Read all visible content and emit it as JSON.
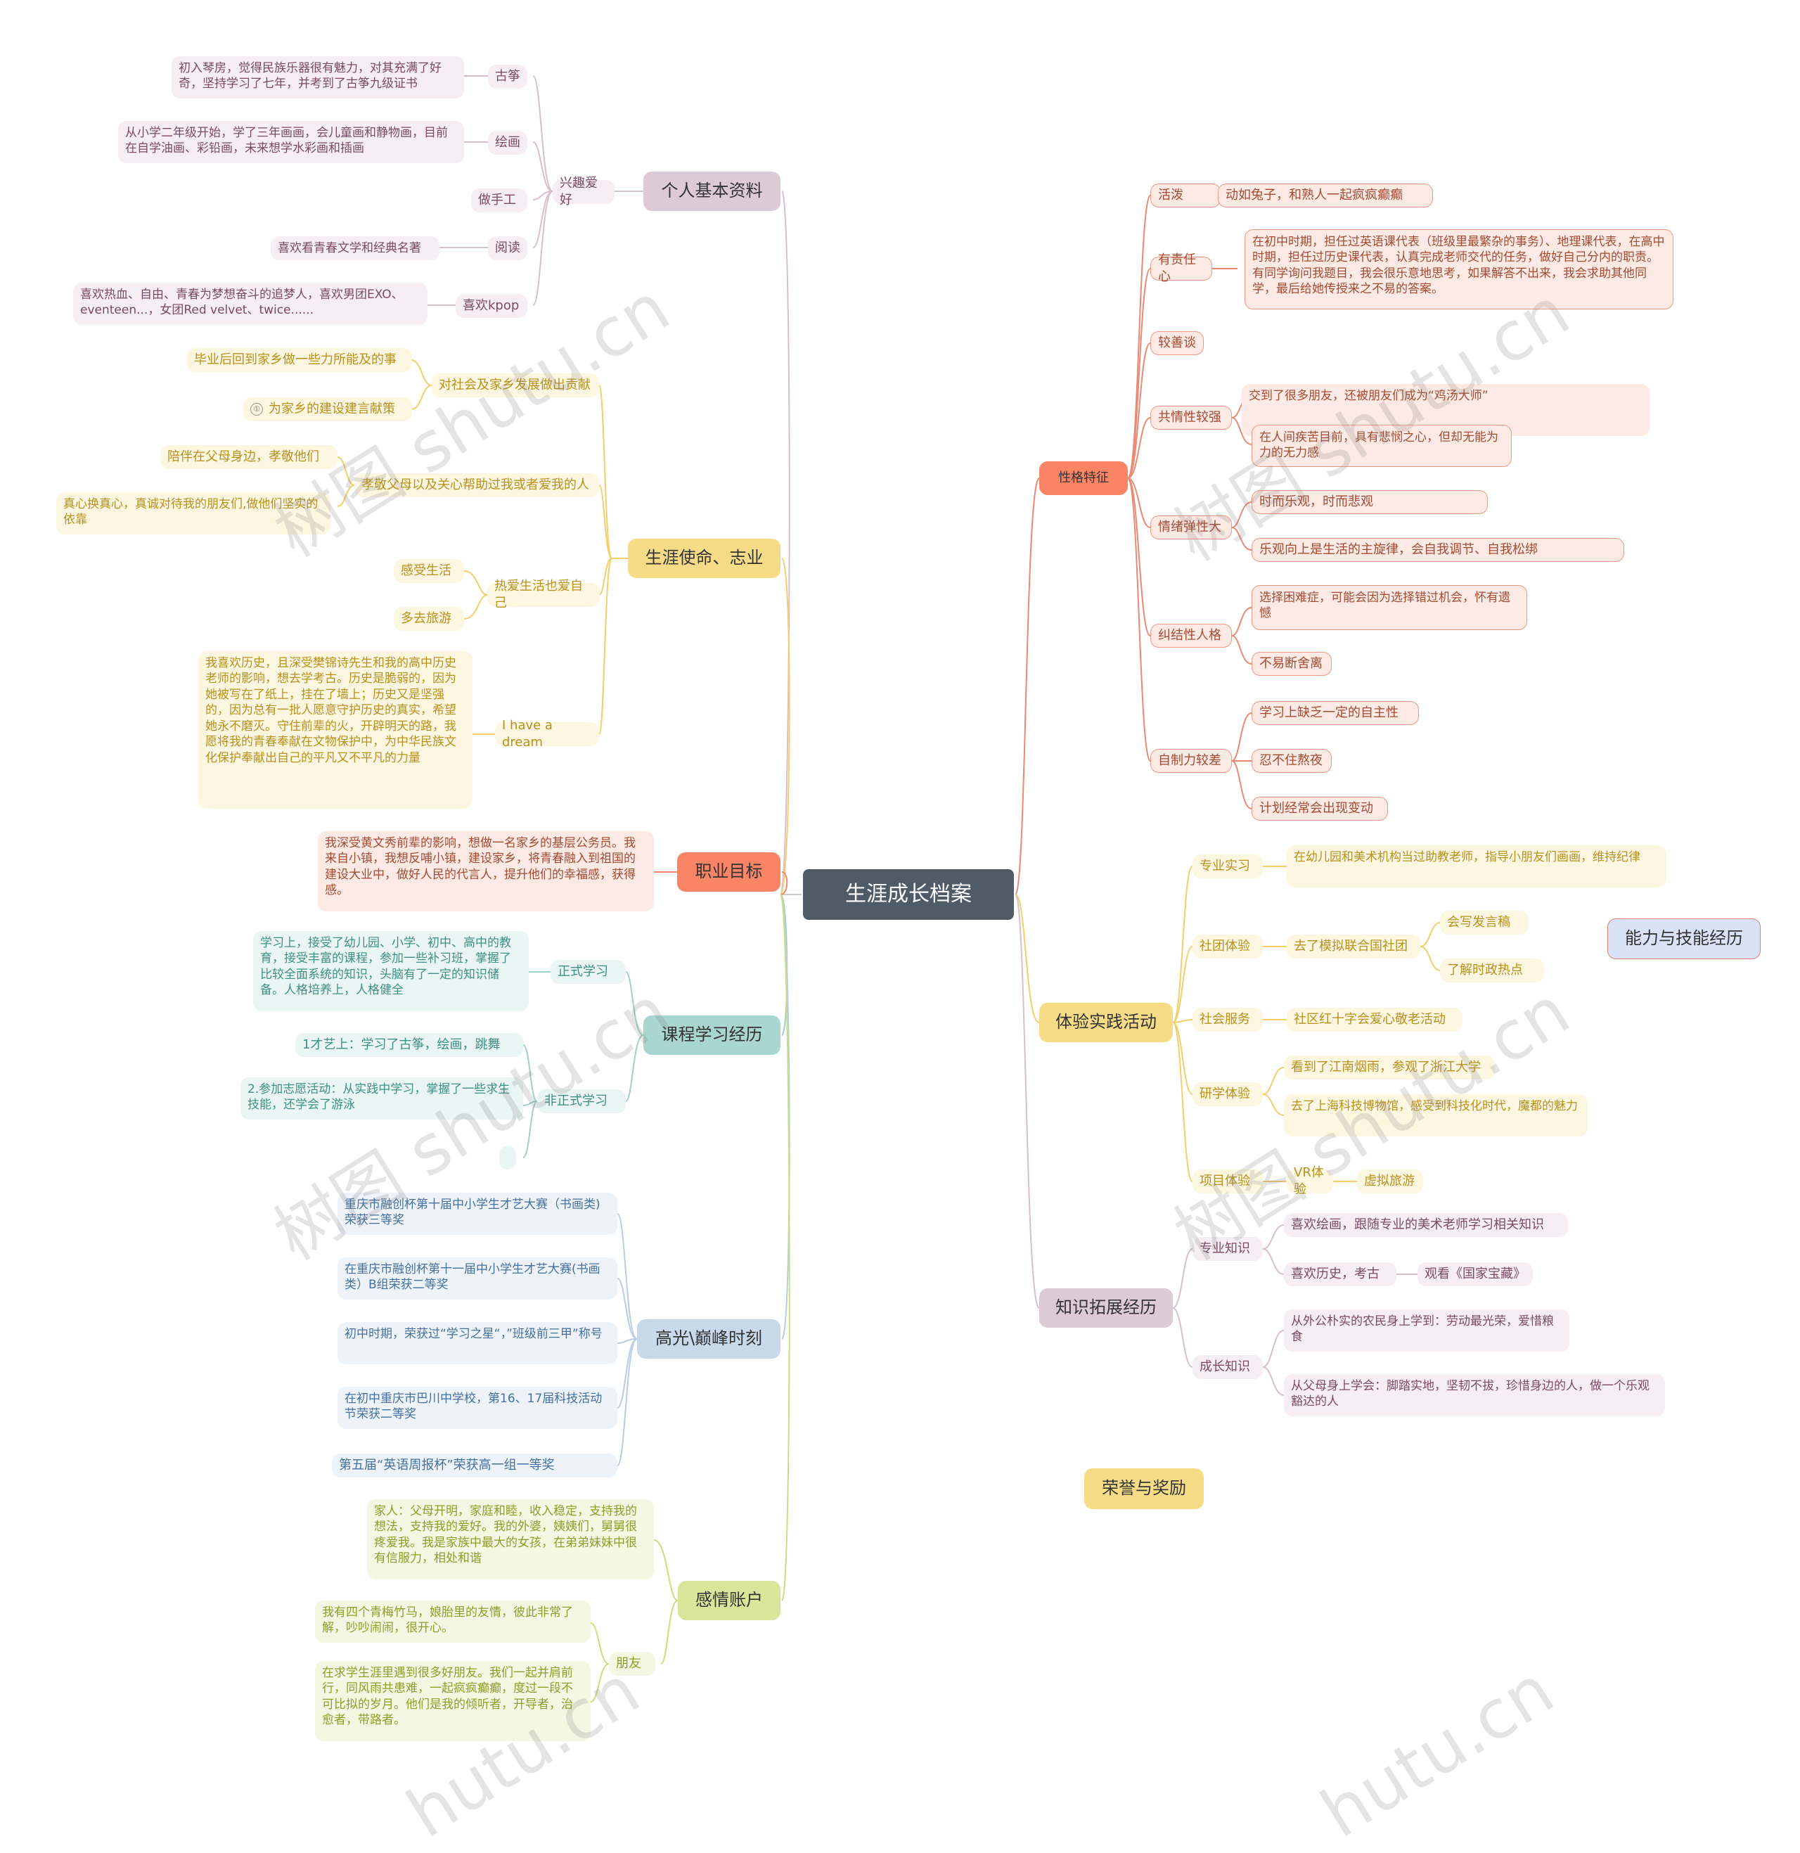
{
  "root": "生涯成长档案",
  "left": {
    "personal": {
      "title": "个人基本资料",
      "hobby_label": "兴趣爱好",
      "hobbies": [
        {
          "name": "古筝",
          "desc": "初入琴房，觉得民族乐器很有魅力，对其充满了好奇，坚持学习了七年，并考到了古筝九级证书"
        },
        {
          "name": "绘画",
          "desc": "从小学二年级开始，学了三年画画，会儿童画和静物画，目前在自学油画、彩铅画，未来想学水彩画和插画"
        },
        {
          "name": "做手工",
          "desc": ""
        },
        {
          "name": "阅读",
          "desc": "喜欢看青春文学和经典名著"
        },
        {
          "name": "喜欢kpop",
          "desc": "喜欢热血、自由、青春为梦想奋斗的追梦人，喜欢男团EXO、eventeen...，女团Red velvet、twice......"
        }
      ]
    },
    "mission": {
      "title": "生涯使命、志业",
      "b1": {
        "label": "对社会及家乡发展做出贡献",
        "items": [
          "毕业后回到家乡做一些力所能及的事",
          "为家乡的建设建言献策"
        ],
        "icon_marker": "①"
      },
      "b2": {
        "label": "孝敬父母以及关心帮助过我或者爱我的人",
        "items": [
          "陪伴在父母身边，孝敬他们",
          "真心换真心，真诚对待我的朋友们,做他们坚实的依靠"
        ]
      },
      "b3": {
        "label": "热爱生活也爱自己",
        "items": [
          "感受生活",
          "多去旅游"
        ]
      },
      "b4": {
        "label": "I have a dream",
        "desc": "我喜欢历史，且深受樊锦诗先生和我的高中历史老师的影响，想去学考古。历史是脆弱的，因为她被写在了纸上，挂在了墙上；历史又是坚强的，因为总有一批人愿意守护历史的真实，希望她永不磨灭。守住前辈的火，开辟明天的路，我愿将我的青春奉献在文物保护中，为中华民族文化保护奉献出自己的平凡又不平凡的力量"
      }
    },
    "career": {
      "title": "职业目标",
      "desc": "我深受黄文秀前辈的影响，想做一名家乡的基层公务员。我来自小镇，我想反哺小镇，建设家乡，将青春融入到祖国的建设大业中，做好人民的代言人，提升他们的幸福感，获得感。"
    },
    "study": {
      "title": "课程学习经历",
      "formal": {
        "label": "正式学习",
        "desc": "学习上，接受了幼儿园、小学、初中、高中的教育，接受丰富的课程，参加一些补习班，掌握了比较全面系统的知识，头脑有了一定的知识储备。人格培养上，人格健全"
      },
      "informal": {
        "label": "非正式学习",
        "items": [
          "1才艺上：学习了古筝，绘画，跳舞",
          "2.参加志愿活动：从实践中学习，掌握了一些求生技能，还学会了游泳",
          ""
        ]
      }
    },
    "highlight": {
      "title": "高光\\巅峰时刻",
      "items": [
        "重庆市融创杯第十届中小学生才艺大赛（书画类)荣获三等奖",
        "在重庆市融创杯第十一届中小学生才艺大赛(书画类）B组荣获二等奖",
        "初中时期，荣获过“学习之星“，”班级前三甲”称号",
        "在初中重庆市巴川中学校，第16、17届科技活动节荣获二等奖",
        "第五届“英语周报杯”荣获高一组一等奖"
      ]
    },
    "emotion": {
      "title": "感情账户",
      "family": "家人：父母开明，家庭和睦，收入稳定，支持我的想法，支持我的爱好。我的外婆，姨姨们，舅舅很疼爱我。我是家族中最大的女孩，在弟弟妹妹中很有信服力，相处和谐",
      "friend_label": "朋友",
      "friends": [
        "我有四个青梅竹马，娘胎里的友情，彼此非常了解，吵吵闹闹，很开心。",
        "在求学生涯里遇到很多好朋友。我们一起并肩前行，同风雨共患难，一起疯疯癫癫，度过一段不可比拟的岁月。他们是我的倾听者，开导者，治愈者，带路者。"
      ]
    }
  },
  "right": {
    "personality": {
      "title": "性格特征",
      "traits": [
        {
          "name": "活泼",
          "items": [
            "动如兔子，和熟人一起疯疯癫癫"
          ]
        },
        {
          "name": "有责任心",
          "items": [
            "在初中时期，担任过英语课代表（班级里最繁杂的事务）、地理课代表，在高中时期，担任过历史课代表，认真完成老师交代的任务，做好自己分内的职责。有同学询问我题目，我会很乐意地思考，如果解答不出来，我会求助其他同学，最后给她传授来之不易的答案。"
          ]
        },
        {
          "name": "较善谈",
          "items": []
        },
        {
          "name": "共情性较强",
          "items": [
            "交到了很多朋友，还被朋友们成为“鸡汤大师”",
            "在人间疾苦目前，具有悲悯之心，但却无能为力的无力感"
          ]
        },
        {
          "name": "情绪弹性大",
          "items": [
            "时而乐观，时而悲观",
            "乐观向上是生活的主旋律，会自我调节、自我松绑"
          ]
        },
        {
          "name": "纠结性人格",
          "items": [
            "选择困难症，可能会因为选择错过机会，怀有遗憾",
            "不易断舍离"
          ]
        },
        {
          "name": "自制力较差",
          "items": [
            "学习上缺乏一定的自主性",
            "忍不住熬夜",
            "计划经常会出现变动"
          ]
        }
      ]
    },
    "practice": {
      "title": "体验实践活动",
      "items": [
        {
          "name": "专业实习",
          "desc": "在幼儿园和美术机构当过助教老师，指导小朋友们画画，维持纪律"
        },
        {
          "name": "社团体验",
          "desc": "去了模拟联合国社团",
          "subs": [
            "会写发言稿",
            "了解时政热点"
          ]
        },
        {
          "name": "社会服务",
          "desc": "社区红十字会爱心敬老活动"
        },
        {
          "name": "研学体验",
          "subs": [
            "看到了江南烟雨，参观了浙江大学",
            "去了上海科技博物馆，感受到科技化时代，魔都的魅力"
          ]
        },
        {
          "name": "项目体验",
          "desc": "VR体验",
          "leaf": "虚拟旅游"
        }
      ]
    },
    "knowledge": {
      "title": "知识拓展经历",
      "pro": {
        "label": "专业知识",
        "items": [
          "喜欢绘画，跟随专业的美术老师学习相关知识",
          "喜欢历史，考古"
        ],
        "leaf": "观看《国家宝藏》"
      },
      "growth": {
        "label": "成长知识",
        "items": [
          "从外公朴实的农民身上学到：劳动最光荣，爱惜粮食",
          "从父母身上学会：脚踏实地，坚韧不拔，珍惜身边的人，做一个乐观豁达的人"
        ]
      }
    },
    "ability_title": "能力与技能经历",
    "honor_title": "荣誉与奖励"
  },
  "watermarks": [
    "树图 shutu.cn",
    "树图 shutu.cn",
    "树图 shutu.cn",
    "树图 shutu.cn",
    "hutu.cn",
    "hutu.cn"
  ],
  "colors": {
    "purple": "#dccbd5",
    "yellow": "#f7dc87",
    "orange": "#f98466",
    "teal": "#a9d6d1",
    "blue": "#c8d9ec",
    "green": "#d9e69a",
    "root": "#4f5b67"
  }
}
